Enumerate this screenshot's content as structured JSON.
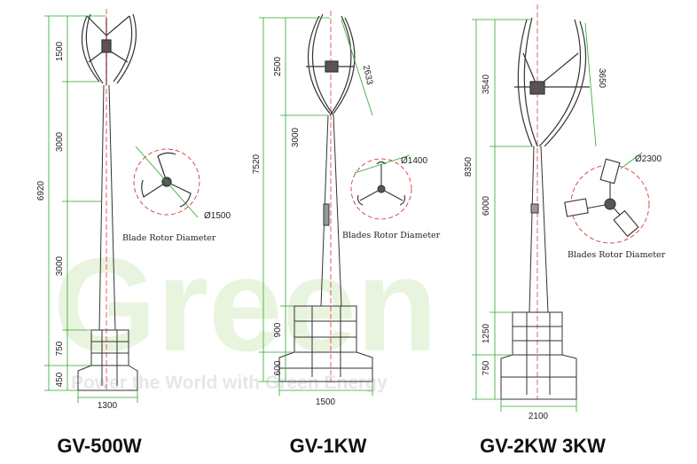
{
  "watermark": {
    "logo_text": "Green",
    "slogan": "Power the World with Green Energy"
  },
  "models": [
    {
      "caption": "GV-500W",
      "heights": [
        "1500",
        "3000",
        "3000",
        "750",
        "450"
      ],
      "total_height": "6920",
      "base_width": "1300",
      "rotor_diameter": "Ø1500",
      "rotor_label": "Blade Rotor Diameter"
    },
    {
      "caption": "GV-1KW",
      "heights": [
        "2500",
        "3000",
        "900",
        "600"
      ],
      "total_height": "7520",
      "diagonal": "2633",
      "base_width": "1500",
      "rotor_diameter": "Ø1400",
      "rotor_label": "Blades Rotor Diameter"
    },
    {
      "caption": "GV-2KW 3KW",
      "heights": [
        "3540",
        "6000",
        "1250",
        "750"
      ],
      "total_height": "8350",
      "diagonal": "3650",
      "base_width": "2100",
      "rotor_diameter": "Ø2300",
      "rotor_label": "Blades Rotor Diameter"
    }
  ],
  "colors": {
    "dimension_line": "#2aa82a",
    "centerline": "#d02020",
    "outline": "#333333",
    "watermark": "#cfe8b8"
  }
}
